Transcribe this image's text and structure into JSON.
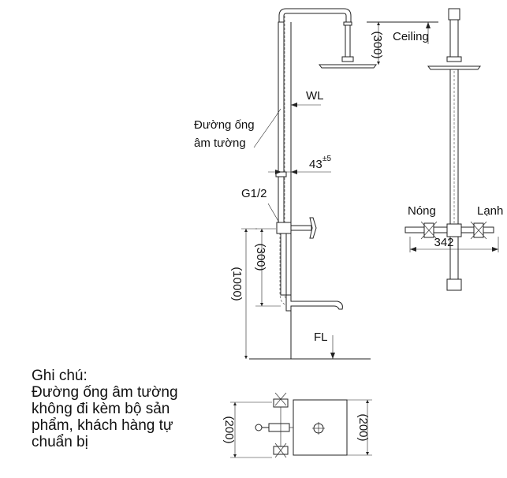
{
  "labels": {
    "ceiling": "Ceiling",
    "wl": "WL",
    "concealed_pipe_line1": "Đường ống",
    "concealed_pipe_line2": "âm tường",
    "offset_43": "43",
    "tolerance": "±5",
    "thread_size": "G1/2",
    "height_300_top": "(300)",
    "height_300_mid": "(300)",
    "height_1000": "(1000)",
    "floor_level": "FL",
    "hot": "Nóng",
    "cold": "Lạnh",
    "spacing_342": "342",
    "plate_200_left": "(200)",
    "plate_200_right": "(200)"
  },
  "note": {
    "title": "Ghi chú:",
    "line1": "Đường ống âm tường",
    "line2": "không đi kèm bộ sản",
    "line3": "phẩm, khách hàng tự",
    "line4": "chuẩn bị"
  }
}
